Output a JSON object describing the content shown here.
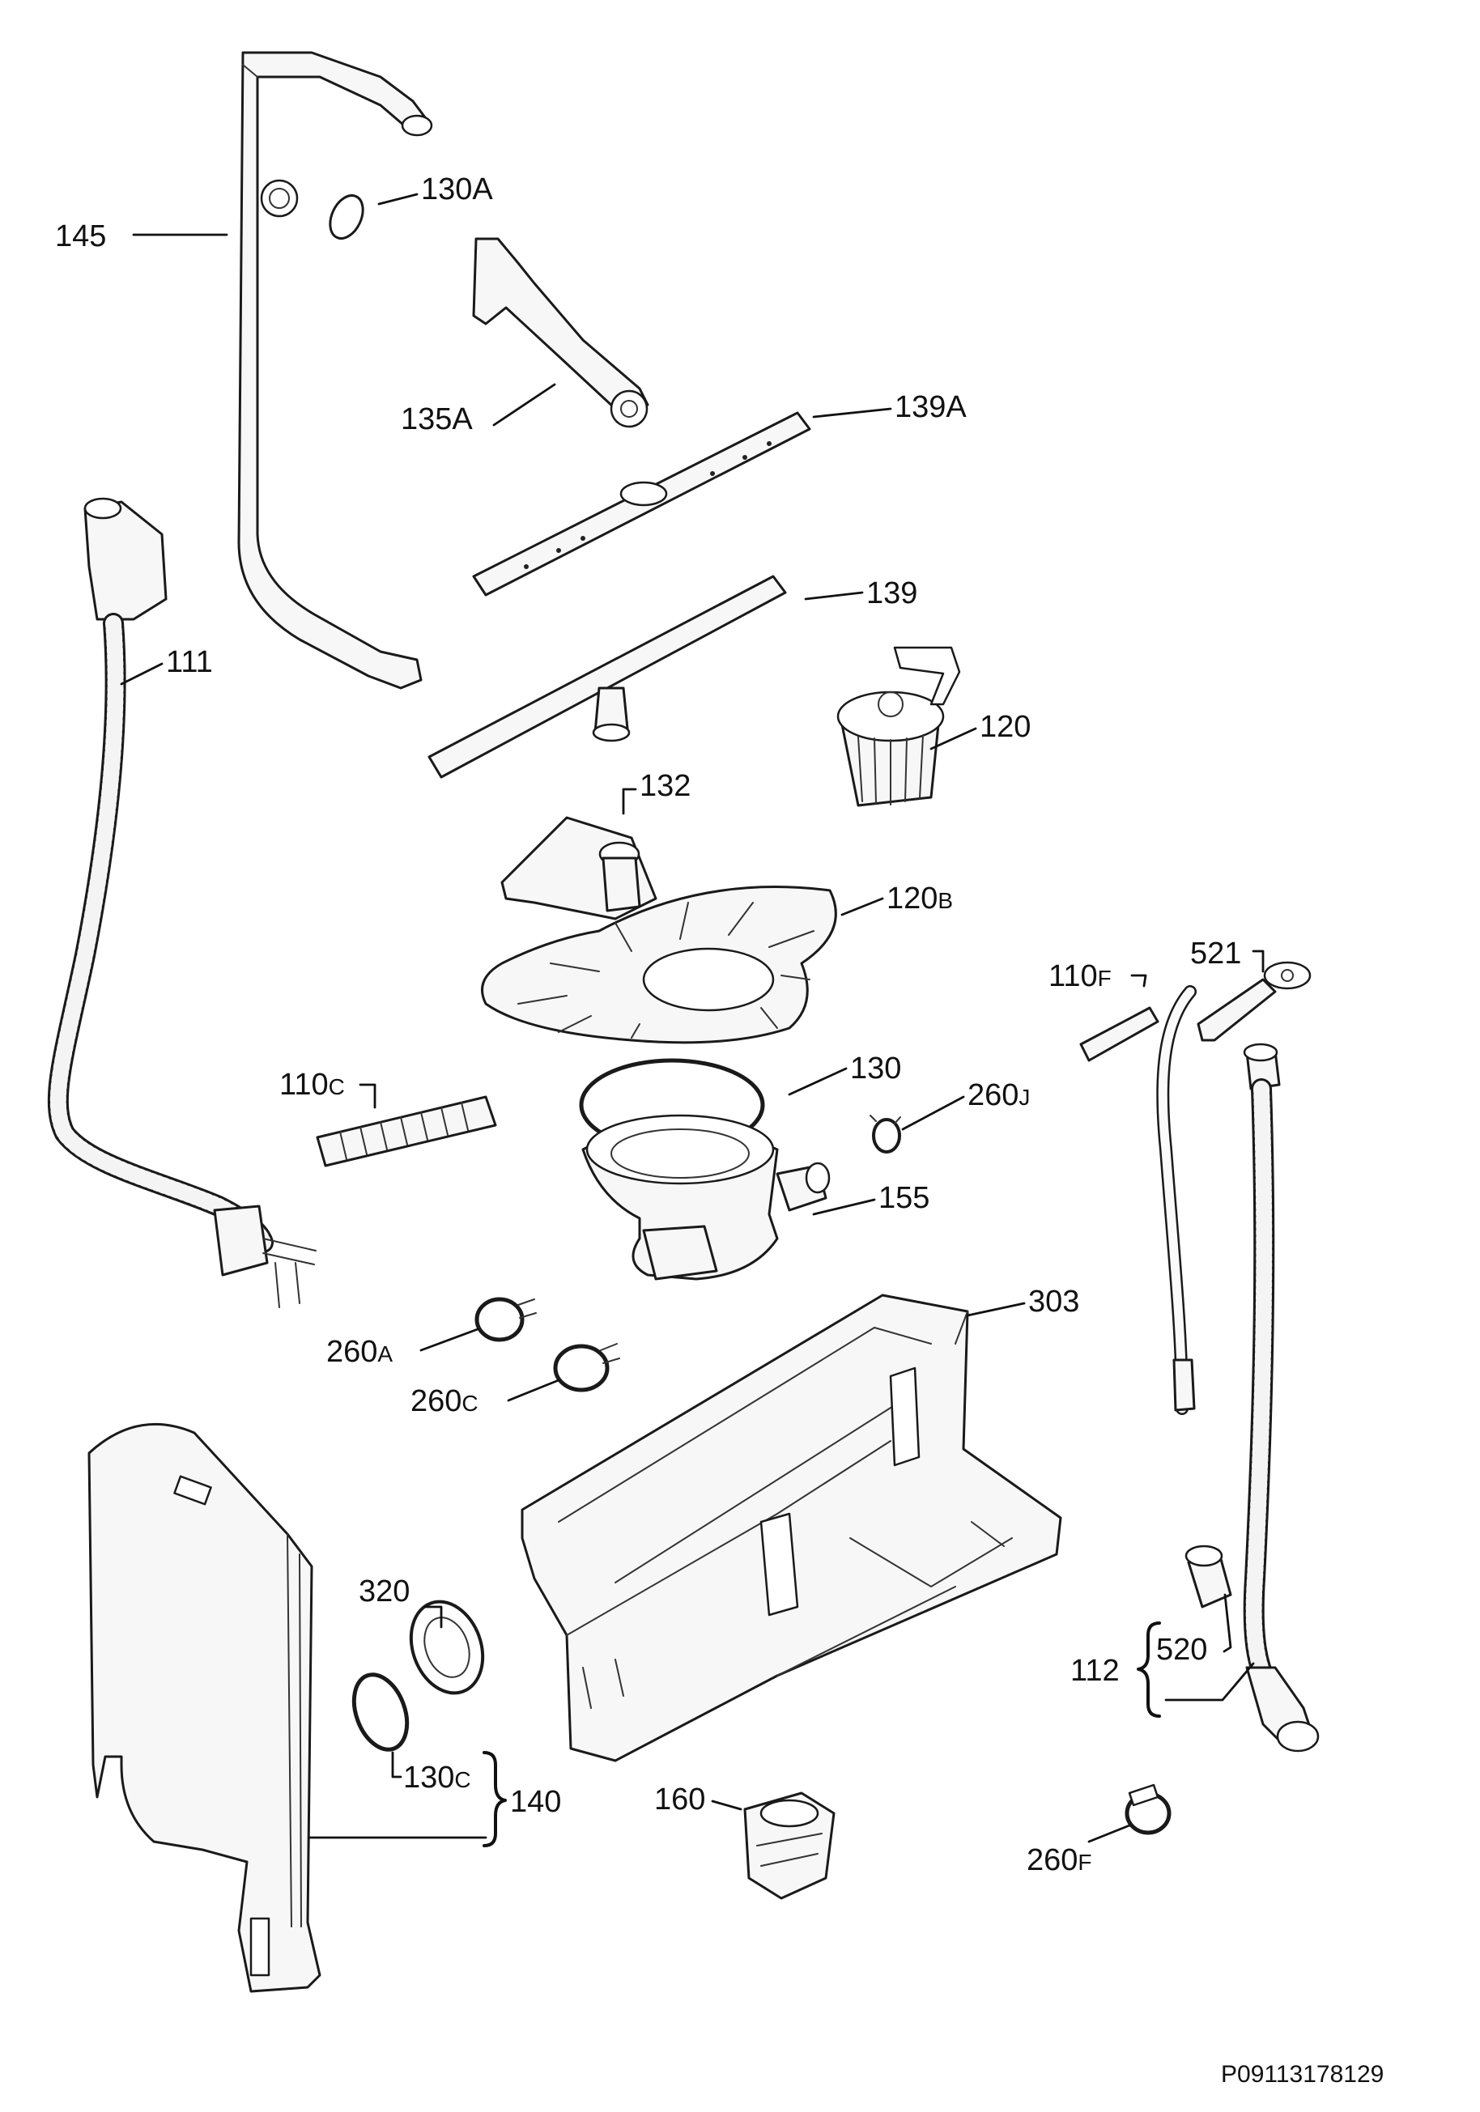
{
  "diagram": {
    "reference_number": "P09113178129",
    "callouts": {
      "c145": {
        "main": "145",
        "suffix": ""
      },
      "c130A": {
        "main": "130A",
        "suffix": ""
      },
      "c135A": {
        "main": "135A",
        "suffix": ""
      },
      "c139A": {
        "main": "139A",
        "suffix": ""
      },
      "c139": {
        "main": "139",
        "suffix": ""
      },
      "c111": {
        "main": "111",
        "suffix": ""
      },
      "c120": {
        "main": "120",
        "suffix": ""
      },
      "c132": {
        "main": "132",
        "suffix": ""
      },
      "c120B": {
        "main": "120",
        "suffix": "B"
      },
      "c521": {
        "main": "521",
        "suffix": ""
      },
      "c110F": {
        "main": "110",
        "suffix": "F"
      },
      "c110C": {
        "main": "110",
        "suffix": "C"
      },
      "c130": {
        "main": "130",
        "suffix": ""
      },
      "c260J": {
        "main": "260",
        "suffix": "J"
      },
      "c155": {
        "main": "155",
        "suffix": ""
      },
      "c303": {
        "main": "303",
        "suffix": ""
      },
      "c260A": {
        "main": "260",
        "suffix": "A"
      },
      "c260C": {
        "main": "260",
        "suffix": "C"
      },
      "c320": {
        "main": "320",
        "suffix": ""
      },
      "c520": {
        "main": "520",
        "suffix": ""
      },
      "c112": {
        "main": "112",
        "suffix": ""
      },
      "c130C": {
        "main": "130",
        "suffix": "C"
      },
      "c140": {
        "main": "140",
        "suffix": ""
      },
      "c160": {
        "main": "160",
        "suffix": ""
      },
      "c260F": {
        "main": "260",
        "suffix": "F"
      }
    }
  }
}
